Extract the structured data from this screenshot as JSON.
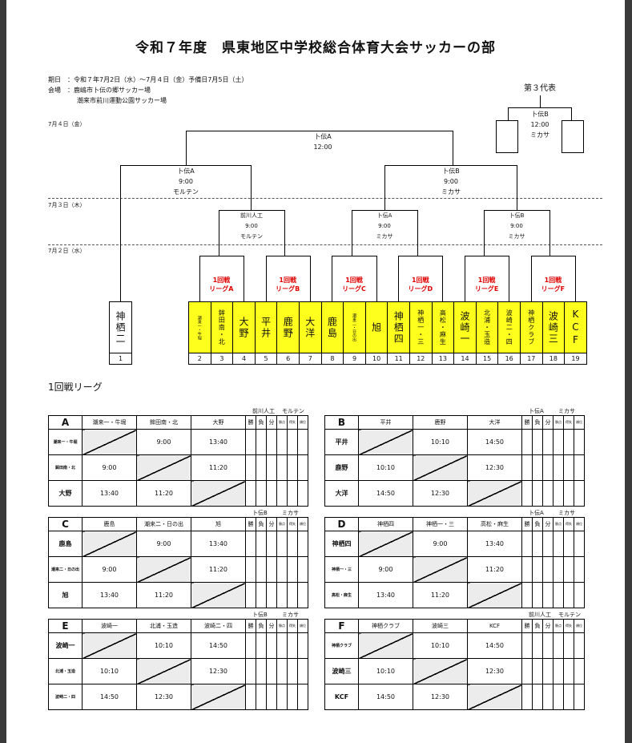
{
  "title": "令和７年度　県東地区中学校総合体育大会サッカーの部",
  "info": {
    "period": "期日　：令和７年7月2日（水）～7月４日（金）予備日7月5日（土）",
    "venue1": "会場　：鹿嶋市卜伝の郷サッカー場",
    "venue2": "潮来市前川運動公園サッカー場"
  },
  "dates": {
    "d4": "7月４日（金）",
    "d3": "7月３日（木）",
    "d2": "7月２日（水）"
  },
  "third_rep": {
    "label": "第３代表",
    "venue": "卜伝B",
    "time": "12:00",
    "surface": "ミカサ"
  },
  "final": {
    "venue": "卜伝A",
    "time": "12:00"
  },
  "semis": [
    {
      "venue": "卜伝A",
      "time": "9:00",
      "surface": "モルテン"
    },
    {
      "venue": "卜伝B",
      "time": "9:00",
      "surface": "ミカサ"
    }
  ],
  "qf": [
    {
      "venue": "前川人工",
      "time": "9:00",
      "surface": "モルテン"
    },
    {
      "venue": "卜伝A",
      "time": "9:00",
      "surface": "ミカサ"
    },
    {
      "venue": "卜伝B",
      "time": "9:00",
      "surface": "ミカサ"
    }
  ],
  "leagues_bracket": [
    {
      "l1": "1回戦",
      "l2": "リーグA"
    },
    {
      "l1": "1回戦",
      "l2": "リーグB"
    },
    {
      "l1": "1回戦",
      "l2": "リーグC"
    },
    {
      "l1": "1回戦",
      "l2": "リーグD"
    },
    {
      "l1": "1回戦",
      "l2": "リーグE"
    },
    {
      "l1": "1回戦",
      "l2": "リーグF"
    }
  ],
  "teams": [
    {
      "no": "1",
      "name": "神栖二",
      "size": "big",
      "yellow": false
    },
    {
      "no": "2",
      "name": "潮来一・牛堀",
      "size": "tiny",
      "yellow": true
    },
    {
      "no": "3",
      "name": "鉾田南・北",
      "size": "mid",
      "yellow": true
    },
    {
      "no": "4",
      "name": "大野",
      "size": "big",
      "yellow": true
    },
    {
      "no": "5",
      "name": "平井",
      "size": "big",
      "yellow": true
    },
    {
      "no": "6",
      "name": "鹿野",
      "size": "big",
      "yellow": true
    },
    {
      "no": "7",
      "name": "大洋",
      "size": "big",
      "yellow": true
    },
    {
      "no": "8",
      "name": "鹿島",
      "size": "big",
      "yellow": true
    },
    {
      "no": "9",
      "name": "潮来二・日の出",
      "size": "tiny",
      "yellow": true
    },
    {
      "no": "10",
      "name": "旭",
      "size": "big",
      "yellow": true
    },
    {
      "no": "11",
      "name": "神栖四",
      "size": "big",
      "yellow": true
    },
    {
      "no": "12",
      "name": "神栖一・三",
      "size": "mid",
      "yellow": true
    },
    {
      "no": "13",
      "name": "高松・麻生",
      "size": "mid",
      "yellow": true
    },
    {
      "no": "14",
      "name": "波崎一",
      "size": "big",
      "yellow": true
    },
    {
      "no": "15",
      "name": "北浦・玉造",
      "size": "mid",
      "yellow": true
    },
    {
      "no": "16",
      "name": "波崎二・四",
      "size": "mid",
      "yellow": true
    },
    {
      "no": "17",
      "name": "神栖クラブ",
      "size": "mid",
      "yellow": true
    },
    {
      "no": "18",
      "name": "波崎三",
      "size": "big",
      "yellow": true
    },
    {
      "no": "19",
      "name": "KCF",
      "size": "big",
      "yellow": true
    }
  ],
  "league_section_title": "1回戦リーグ",
  "result_headers": {
    "win": "勝",
    "lose": "負",
    "draw": "分",
    "pts": "勝点",
    "diff": "得失",
    "rank": "順位"
  },
  "league_tables": [
    {
      "group": "A",
      "venue": "前川人工",
      "surface": "モルテン",
      "cols": [
        "潮来一・牛堀",
        "鉾田南・北",
        "大野"
      ],
      "rows": [
        "潮来一・牛堀",
        "鉾田南・北",
        "大野"
      ],
      "cells": [
        [
          "",
          "9:00",
          "13:40"
        ],
        [
          "9:00",
          "",
          "11:20"
        ],
        [
          "13:40",
          "11:20",
          ""
        ]
      ]
    },
    {
      "group": "B",
      "venue": "卜伝A",
      "surface": "ミカサ",
      "cols": [
        "平井",
        "鹿野",
        "大洋"
      ],
      "rows": [
        "平井",
        "鹿野",
        "大洋"
      ],
      "cells": [
        [
          "",
          "10:10",
          "14:50"
        ],
        [
          "10:10",
          "",
          "12:30"
        ],
        [
          "14:50",
          "12:30",
          ""
        ]
      ]
    },
    {
      "group": "C",
      "venue": "卜伝B",
      "surface": "ミカサ",
      "cols": [
        "鹿島",
        "潮来二・日の出",
        "旭"
      ],
      "rows": [
        "鹿島",
        "潮来二・日の出",
        "旭"
      ],
      "cells": [
        [
          "",
          "9:00",
          "13:40"
        ],
        [
          "9:00",
          "",
          "11:20"
        ],
        [
          "13:40",
          "11:20",
          ""
        ]
      ]
    },
    {
      "group": "D",
      "venue": "卜伝A",
      "surface": "ミカサ",
      "cols": [
        "神栖四",
        "神栖一・三",
        "高松・麻生"
      ],
      "rows": [
        "神栖四",
        "神栖一・三",
        "高松・麻生"
      ],
      "cells": [
        [
          "",
          "9:00",
          "13:40"
        ],
        [
          "9:00",
          "",
          "11:20"
        ],
        [
          "13:40",
          "11:20",
          ""
        ]
      ]
    },
    {
      "group": "E",
      "venue": "卜伝B",
      "surface": "ミカサ",
      "cols": [
        "波崎一",
        "北浦・玉造",
        "波崎二・四"
      ],
      "rows": [
        "波崎一",
        "北浦・玉造",
        "波崎二・四"
      ],
      "cells": [
        [
          "",
          "10:10",
          "14:50"
        ],
        [
          "10:10",
          "",
          "12:30"
        ],
        [
          "14:50",
          "12:30",
          ""
        ]
      ]
    },
    {
      "group": "F",
      "venue": "前川人工",
      "surface": "モルテン",
      "cols": [
        "神栖クラブ",
        "波崎三",
        "KCF"
      ],
      "rows": [
        "神栖クラブ",
        "波崎三",
        "KCF"
      ],
      "cells": [
        [
          "",
          "10:10",
          "14:50"
        ],
        [
          "10:10",
          "",
          "12:30"
        ],
        [
          "14:50",
          "12:30",
          ""
        ]
      ]
    }
  ],
  "colors": {
    "highlight": "#ffff1e",
    "league_label": "#e00000",
    "diag_fill": "#ececec"
  }
}
